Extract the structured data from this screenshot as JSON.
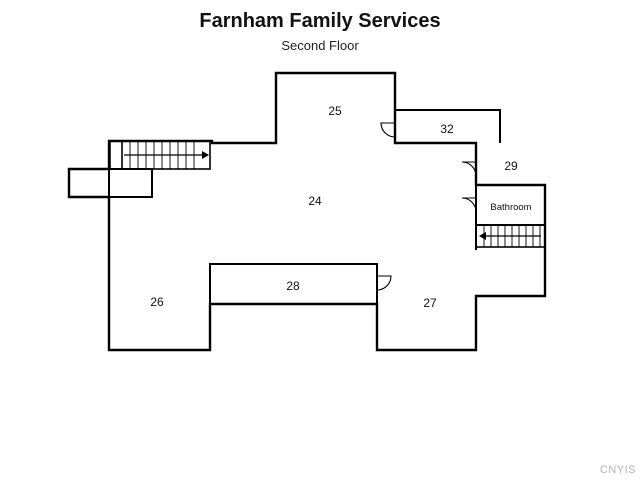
{
  "header": {
    "title": "Farnham Family Services",
    "subtitle": "Second Floor"
  },
  "rooms": {
    "r24": "24",
    "r25": "25",
    "r26": "26",
    "r27": "27",
    "r28": "28",
    "r29": "29",
    "r32": "32",
    "bathroom": "Bathroom"
  },
  "watermark": "CNYIS",
  "colors": {
    "wall": "#000000",
    "background": "#ffffff"
  }
}
